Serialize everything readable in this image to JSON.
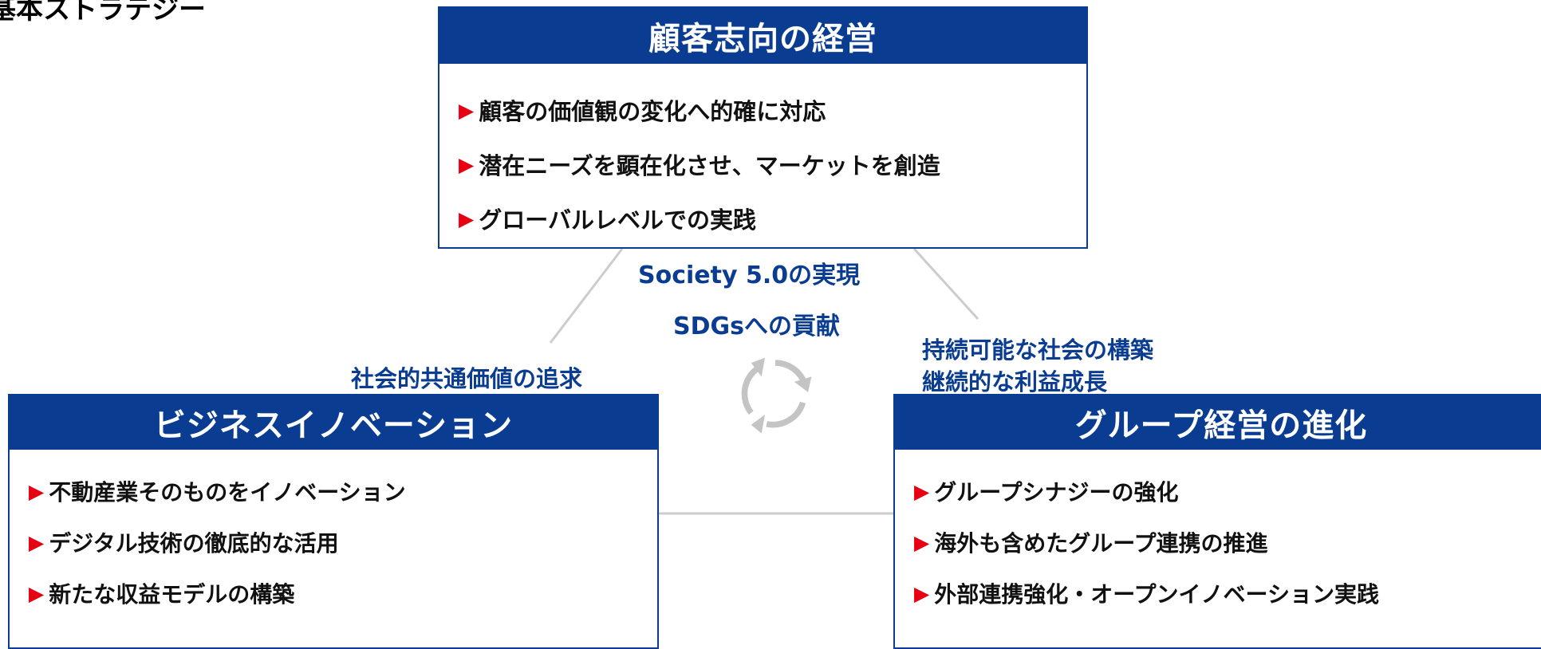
{
  "heading": "基本ストラテジー",
  "top_box": {
    "title": "顧客志向の経営",
    "items": [
      "顧客の価値観の変化へ的確に対応",
      "潜在ニーズを顕在化させ、マーケットを創造",
      "グローバルレベルでの実践"
    ]
  },
  "left_box": {
    "title": "ビジネスイノベーション",
    "items": [
      "不動産業そのものをイノベーション",
      "デジタル技術の徹底的な活用",
      "新たな収益モデルの構築"
    ]
  },
  "right_box": {
    "title": "グループ経営の進化",
    "items": [
      "グループシナジーの強化",
      "海外も含めたグループ連携の推進",
      "外部連携強化・オープンイノベーション実践"
    ]
  },
  "center": {
    "line1": "Society 5.0の実現",
    "line2": "SDGsへの貢献",
    "icon": "cycle-arrows-icon"
  },
  "left_connector_label": "社会的共通価値の追求",
  "right_connector_label": {
    "line1": "持続可能な社会の構築",
    "line2": "継続的な利益成長"
  },
  "bullet_icon": "right-triangle-icon",
  "colors": {
    "primary": "#0a3d91",
    "bullet": "#e60012",
    "connector": "#cccccc",
    "cycle_icon": "#c4c4c4"
  }
}
